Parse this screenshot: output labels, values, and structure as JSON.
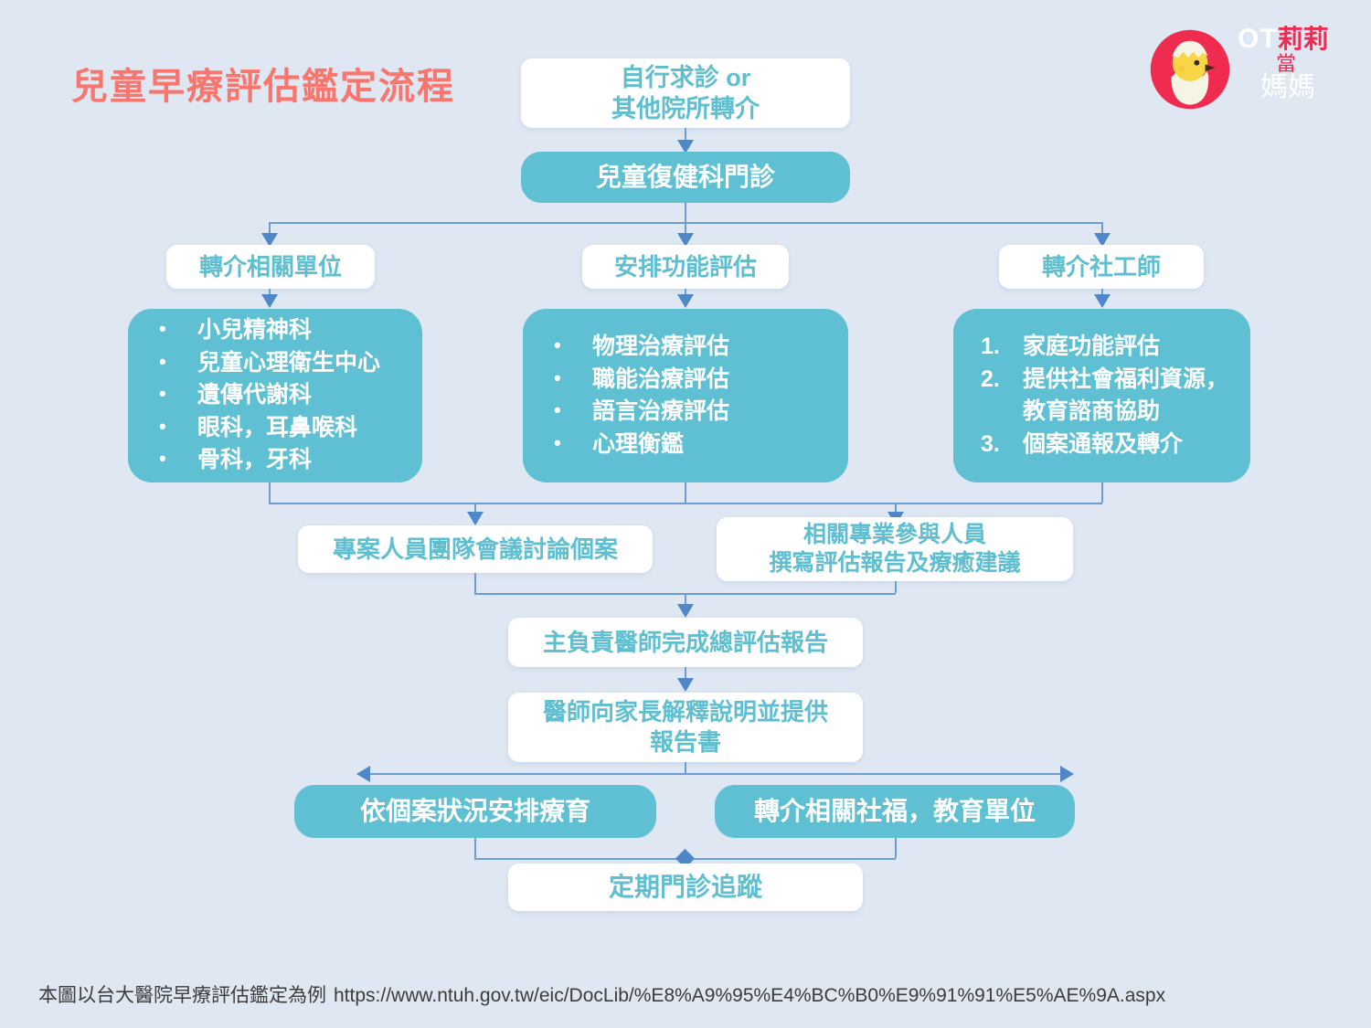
{
  "title": "兒童早療評估鑑定流程",
  "brand": {
    "logo_icon": "chick-in-egg-icon",
    "line1_en": "OT",
    "line1_zh": "莉莉",
    "line2": "當",
    "line3": "媽媽"
  },
  "colors": {
    "background": "#dee7f2",
    "teal": "#5ec0d2",
    "teal_text": "#5fbed0",
    "title_coral": "#f8766e",
    "connector": "#6b9dd2",
    "arrow": "#4f87c9",
    "logo_red": "#f02b50",
    "chick_yellow": "#f9d548"
  },
  "flow": {
    "start": "自行求診 or\n其他院所轉介",
    "clinic": "兒童復健科門診",
    "branches": [
      {
        "header": "轉介相關單位",
        "list_type": "bullet",
        "items": [
          "小兒精神科",
          "兒童心理衛生中心",
          "遺傳代謝科",
          "眼科，耳鼻喉科",
          "骨科，牙科"
        ]
      },
      {
        "header": "安排功能評估",
        "list_type": "bullet",
        "items": [
          "物理治療評估",
          "職能治療評估",
          "語言治療評估",
          "心理衡鑑"
        ]
      },
      {
        "header": "轉介社工師",
        "list_type": "number",
        "items": [
          "家庭功能評估",
          "提供社會福利資源，\n教育諮商協助",
          "個案通報及轉介"
        ]
      }
    ],
    "meeting": "專案人員團隊會議討論個案",
    "report_writing": "相關專業參與人員\n撰寫評估報告及療癒建議",
    "summary_report": "主負責醫師完成總評估報告",
    "explain_to_parents": "醫師向家長解釋說明並提供\n報告書",
    "outcome_left": "依個案狀況安排療育",
    "outcome_right": "轉介相關社福，教育單位",
    "followup": "定期門診追蹤"
  },
  "footer": {
    "source_note": "本圖以台大醫院早療評估鑑定為例",
    "url": "https://www.ntuh.gov.tw/eic/DocLib/%E8%A9%95%E4%BC%B0%E9%91%91%E5%AE%9A.aspx"
  }
}
